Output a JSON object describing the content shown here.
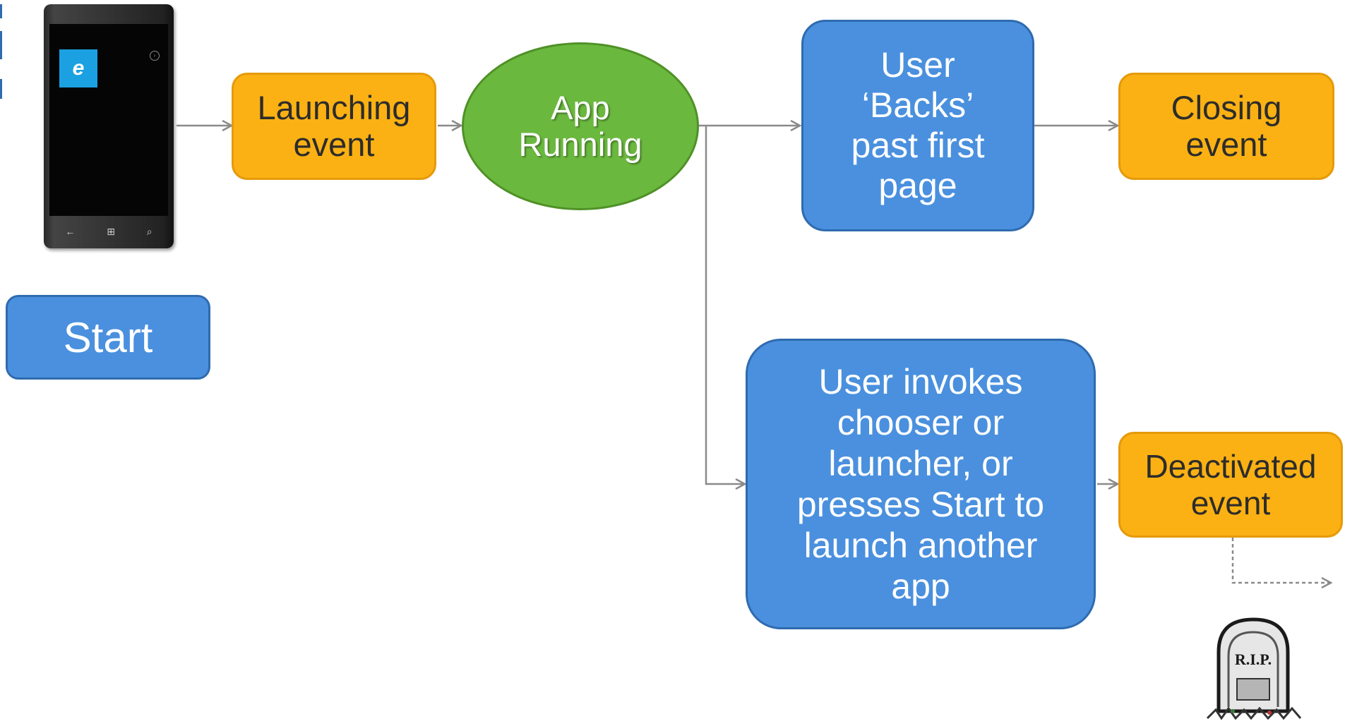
{
  "nodes": {
    "start": "Start",
    "launching": "Launching\nevent",
    "running": "App\nRunning",
    "backs": "User\n‘Backs’\npast first\npage",
    "closing": "Closing\nevent",
    "invokes": "User invokes\nchooser or\nlauncher, or\npresses Start to\nlaunch another\napp",
    "deactivated": "Deactivated\nevent"
  },
  "tombstone": {
    "label": "R.I.P."
  },
  "icons": {
    "phone": "windows-phone-icon",
    "tombstone": "tombstone-icon"
  },
  "colors": {
    "blue": "#4A90DE",
    "orange": "#FBB113",
    "green": "#6BB83F",
    "arrow": "#8a8a8a"
  }
}
